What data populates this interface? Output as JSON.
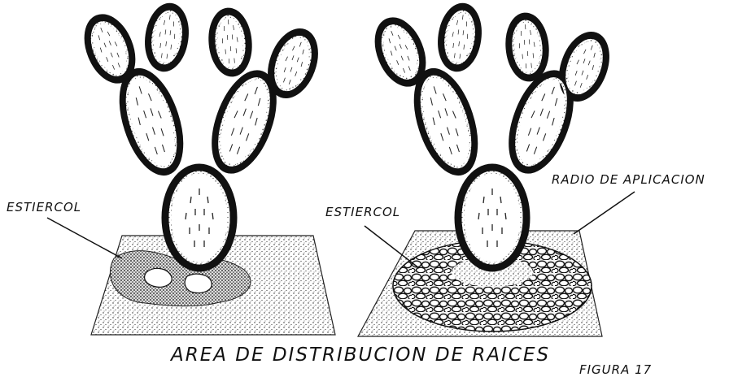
{
  "labels": {
    "left_manure": "ESTIERCOL",
    "right_manure": "ESTIERCOL",
    "application_radius": "RADIO DE APLICACION"
  },
  "caption": "AREA DE DISTRIBUCION DE RAICES",
  "figure_label": "FIGURA 17"
}
